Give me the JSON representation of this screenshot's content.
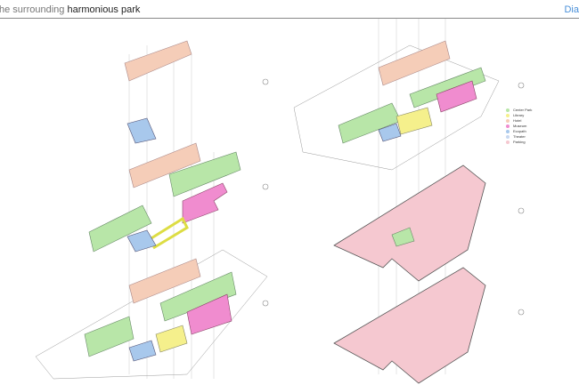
{
  "header": {
    "title_prefix": "he surrounding",
    "title_emph": "harmonious park",
    "nav": "Dia"
  },
  "legend": [
    {
      "label": "Center Park",
      "color": "#b8e6a8"
    },
    {
      "label": "Library",
      "color": "#f5f08c"
    },
    {
      "label": "Hotel",
      "color": "#f5cdb8"
    },
    {
      "label": "Museum",
      "color": "#f08ccf"
    },
    {
      "label": "Ecopath",
      "color": "#a8c8ec"
    },
    {
      "label": "Theater",
      "color": "#c8d8f0"
    },
    {
      "label": "Parking",
      "color": "#f5c8d0"
    }
  ]
}
